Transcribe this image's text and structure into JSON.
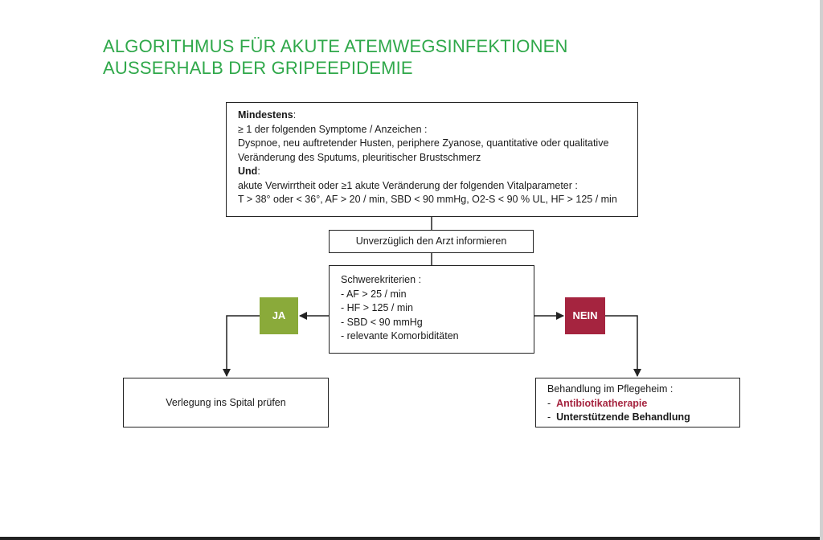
{
  "title": {
    "line1": "ALGORITHMUS FÜR AKUTE ATEMWEGSINFEKTIONEN",
    "line2": "AUSSERHALB DER GRIPEEPIDEMIE"
  },
  "criteria_box": {
    "heading1": "Mindestens",
    "colon": ":",
    "line1": "≥ 1 der folgenden Symptome / Anzeichen :",
    "line2": "Dyspnoe, neu auftretender Husten, periphere Zyanose, quantitative oder qualitative",
    "line3": "Veränderung des Sputums, pleuritischer Brustschmerz",
    "heading2": "Und",
    "line4": "akute Verwirrtheit oder ≥1 akute Veränderung der folgenden Vitalparameter :",
    "line5": "T > 38° oder < 36°, AF > 20 / min, SBD < 90 mmHg, O2-S < 90 % UL, HF > 125 / min"
  },
  "inform_box": {
    "label": "Unverzüglich den Arzt informieren"
  },
  "severity_box": {
    "heading": "Schwerekriterien :",
    "items": [
      "-  AF > 25 / min",
      "-  HF > 125 / min",
      "-  SBD < 90 mmHg",
      "-  relevante Komorbiditäten"
    ]
  },
  "decision": {
    "yes": "JA",
    "no": "NEIN"
  },
  "hospital_box": {
    "label": "Verlegung ins Spital prüfen"
  },
  "care_box": {
    "heading": "Behandlung im Pflegeheim :",
    "dash": "-",
    "item1": "Antibiotikatherapie",
    "item2": "Unterstützende Behandlung"
  },
  "colors": {
    "title": "#2fa84a",
    "yes": "#8aaa3a",
    "no": "#a5243f",
    "highlight": "#a5243f"
  }
}
